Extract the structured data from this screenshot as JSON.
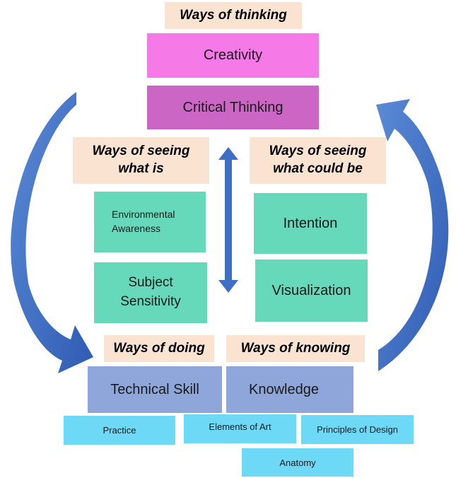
{
  "headers": {
    "thinking": "Ways of thinking",
    "seeing_is_line1": "Ways of seeing",
    "seeing_is_line2": "what is",
    "seeing_could_line1": "Ways of seeing",
    "seeing_could_line2": "what could be",
    "doing": "Ways of doing",
    "knowing": "Ways of knowing"
  },
  "boxes": {
    "creativity": "Creativity",
    "critical_thinking": "Critical Thinking",
    "env_line1": "Environmental",
    "env_line2": "Awareness",
    "subject_line1": "Subject",
    "subject_line2": "Sensitivity",
    "intention": "Intention",
    "visualization": "Visualization",
    "technical_skill": "Technical Skill",
    "knowledge": "Knowledge",
    "practice": "Practice",
    "elements_of_art": "Elements of Art",
    "principles_of_design": "Principles of Design",
    "anatomy": "Anatomy"
  },
  "colors": {
    "header_bg": "#fbe3d2",
    "creativity": "#f57ae8",
    "critical_thinking": "#cc66c4",
    "seeing_boxes": "#66d9bb",
    "doing_knowing": "#8fa6db",
    "sub_skills": "#6ed8f7",
    "arrows": "#3f6fc4"
  }
}
